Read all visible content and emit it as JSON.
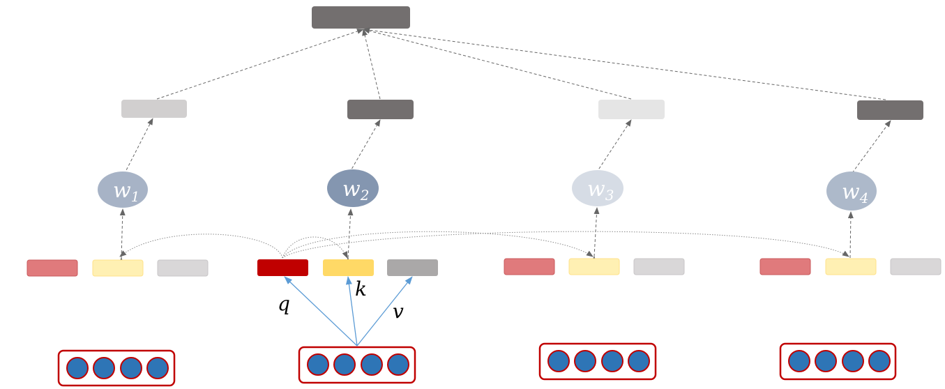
{
  "labels": {
    "q": "q",
    "k": "k",
    "v": "v"
  },
  "weights": [
    {
      "base": "w",
      "sub": "1",
      "fill": "#a7b3c6",
      "text": "#ffffff"
    },
    {
      "base": "w",
      "sub": "2",
      "fill": "#8496b0",
      "text": "#ffffff"
    },
    {
      "base": "w",
      "sub": "3",
      "fill": "#d6dce5",
      "text": "#ffffff"
    },
    {
      "base": "w",
      "sub": "4",
      "fill": "#adb9ca",
      "text": "#ffffff"
    }
  ],
  "colors": {
    "query_active": "#c00000",
    "query_faded": "#e07a7c",
    "key_active": "#ffd966",
    "key_faded": "#fff0b3",
    "value_active": "#aaa8a8",
    "value_faded": "#d9d7d8",
    "output_dark": "#736f6f",
    "output_light": "#d1cfcf",
    "output_lighter": "#e5e5e5",
    "embedding_circle": "#2e75b6",
    "embedding_border": "#c00000",
    "arrow_blue": "#5b9bd5",
    "arrow_gray": "#666666"
  }
}
